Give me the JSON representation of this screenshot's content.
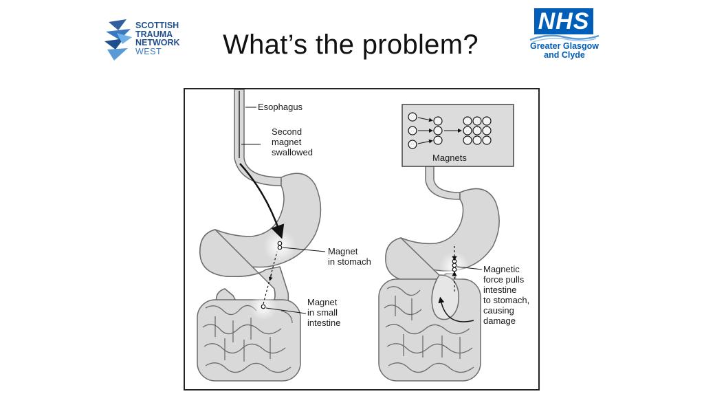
{
  "slide": {
    "title": "What’s the problem?"
  },
  "logos": {
    "left": {
      "lines": [
        "SCOTTISH",
        "TRAUMA",
        "NETWORK",
        "WEST"
      ]
    },
    "right": {
      "badge": "NHS",
      "org_line1": "Greater Glasgow",
      "org_line2": "and Clyde"
    }
  },
  "figure": {
    "left_panel": {
      "esophagus": "Esophagus",
      "second_magnet": [
        "Second",
        "magnet",
        "swallowed"
      ],
      "magnet_stomach": [
        "Magnet",
        "in stomach"
      ],
      "magnet_intestine": [
        "Magnet",
        "in small",
        "intestine"
      ]
    },
    "right_panel": {
      "inset_label": "Magnets",
      "magnetic_force": [
        "Magnetic",
        "force pulls",
        "intestine",
        "to stomach,",
        "causing",
        "damage"
      ]
    }
  },
  "colors": {
    "nhs_blue": "#005eb8",
    "stn_navy": "#1f4e8c",
    "stn_light": "#3a78c2",
    "organ_fill": "#d9d9d9",
    "organ_stroke": "#6b6b6b"
  }
}
